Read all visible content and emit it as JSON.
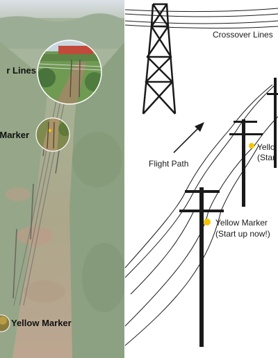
{
  "photo_labels": {
    "crossover": "r Lines",
    "marker_mid": "Marker",
    "marker_bottom": "Yellow Marker"
  },
  "diagram_labels": {
    "crossover_lines": "Crossover Lines",
    "flight_path": "Flight Path",
    "marker_far_line1": "Yello",
    "marker_far_line2": "(Star",
    "marker_near_line1": "Yellow Marker",
    "marker_near_line2": "(Start up now!)"
  },
  "colors": {
    "marker": "#f5c400",
    "ink": "#1a1a1a",
    "photo_label": "#111111"
  },
  "icons": [
    "arrow-icon",
    "lattice-tower-icon",
    "utility-pole-icon"
  ]
}
